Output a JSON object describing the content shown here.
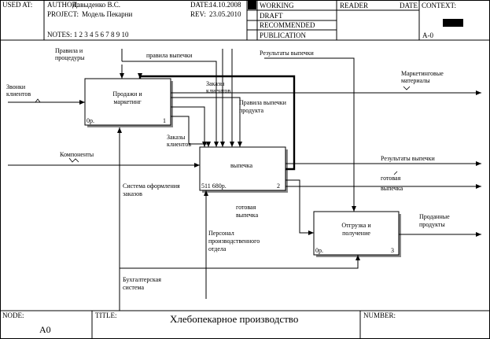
{
  "header": {
    "used_at": "USED AT:",
    "author_label": "AUTHOR:",
    "author": "Давыденко В.С.",
    "project_label": "PROJECT:",
    "project": "Модель Пекарни",
    "date_label": "DATE:",
    "date": "14.10.2008",
    "rev_label": "REV:",
    "rev": "23.05.2010",
    "notes": "NOTES:  1  2  3  4  5  6  7  8  9  10",
    "status": [
      "WORKING",
      "DRAFT",
      "RECOMMENDED",
      "PUBLICATION"
    ],
    "reader": "READER",
    "date_col": "DATE",
    "context": "CONTEXT:",
    "context_node": "A-0"
  },
  "footer": {
    "node_label": "NODE:",
    "node": "A0",
    "title_label": "TITLE:",
    "title": "Хлебопекарное производство",
    "number_label": "NUMBER:"
  },
  "boxes": [
    {
      "line1": "Продажи и",
      "line2": "маркетинг",
      "cost": "0р.",
      "num": "1"
    },
    {
      "line1": "выпечка",
      "line2": "",
      "cost": "511 680р.",
      "num": "2"
    },
    {
      "line1": "Отгрузка и",
      "line2": "получение",
      "cost": "0р.",
      "num": "3"
    }
  ],
  "arrows": {
    "rules_procedures": [
      "Правила и",
      "процедуры"
    ],
    "baking_rules": "правила выпечки",
    "baking_results_top": "Результаты выпечки",
    "client_calls": [
      "Звонки",
      "клиентов"
    ],
    "client_orders_1": [
      "Заказы",
      "клиентов"
    ],
    "product_baking_rules": [
      "Правила выпечки",
      "продукта"
    ],
    "marketing_materials": [
      "Маркетинговые",
      "материалы"
    ],
    "client_orders_2": [
      "Заказы",
      "клиентов"
    ],
    "components": "Компоненты",
    "baking_results_right": "Результаты выпечки",
    "ready_baking_right": [
      "готовая",
      "выпечка"
    ],
    "order_system": [
      "Система оформления",
      "заказов"
    ],
    "ready_baking_mid": [
      "готовая",
      "выпечка"
    ],
    "sold_products": [
      "Проданные",
      "продукты"
    ],
    "production_staff": [
      "Персонал",
      "производственного",
      "отдела"
    ],
    "accounting_system": [
      "Бухгалтерская",
      "система"
    ]
  }
}
